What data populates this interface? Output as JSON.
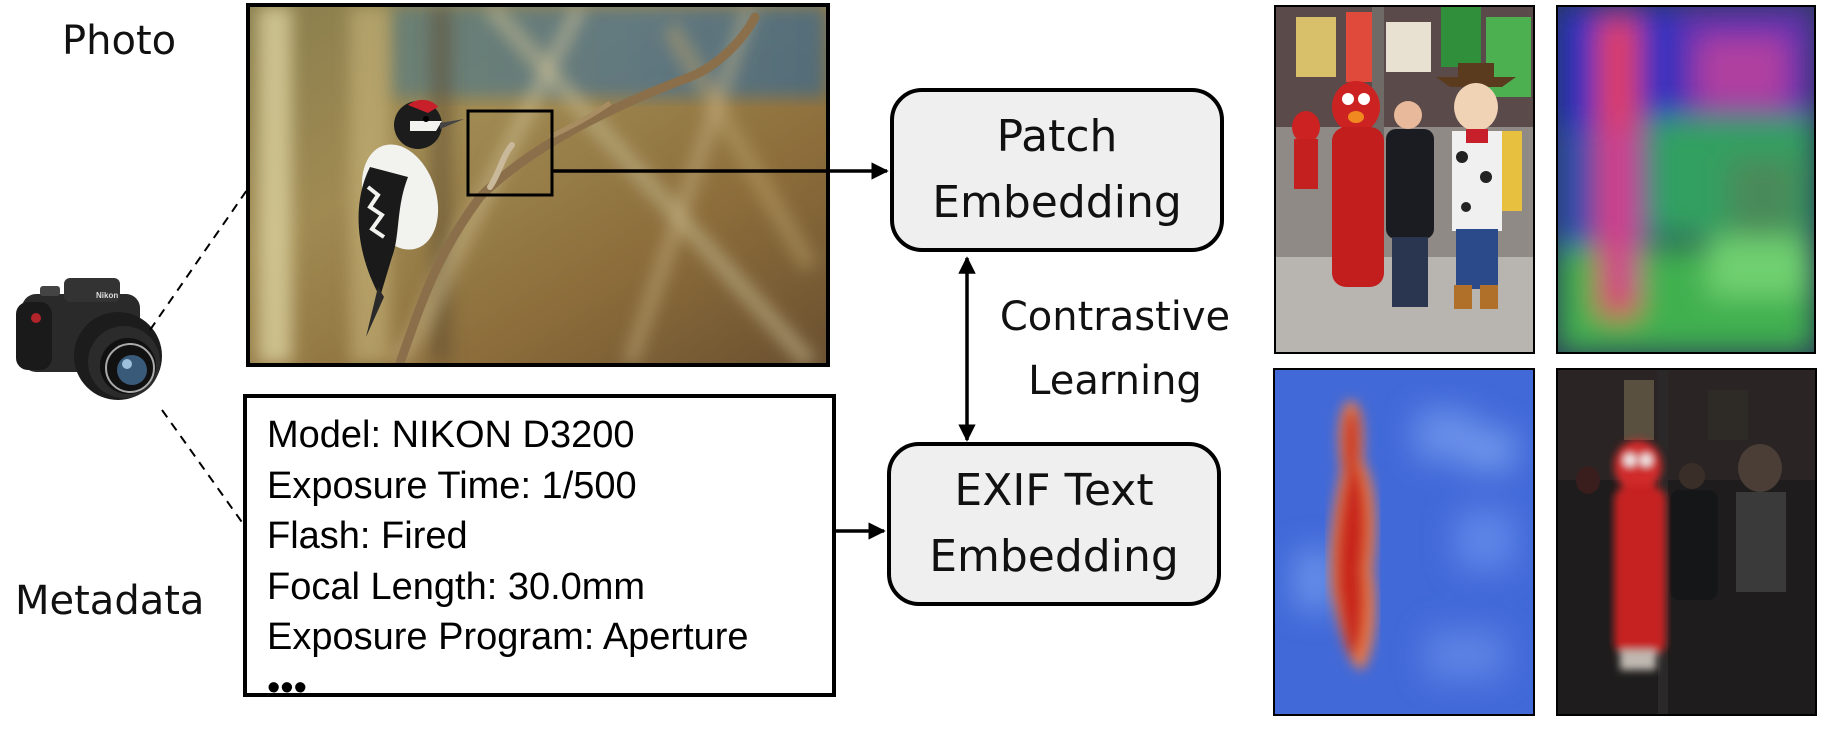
{
  "labels": {
    "photo": "Photo",
    "metadata": "Metadata"
  },
  "metadata_box": {
    "lines": [
      "Model: NIKON D3200",
      "Exposure Time: 1/500",
      "Flash: Fired",
      "Focal Length: 30.0mm",
      "Exposure Program: Aperture",
      "•••"
    ]
  },
  "patch_embedding": {
    "line1": "Patch",
    "line2": "Embedding"
  },
  "exif_embedding": {
    "line1": "EXIF Text",
    "line2": "Embedding"
  },
  "contrastive": {
    "line1": "Contrastive",
    "line2": "Learning"
  },
  "camera": {
    "brand": "Nikon"
  },
  "colors": {
    "box_fill": "#efefef",
    "stroke": "#000000",
    "heat_low": "#4169d8",
    "heat_high": "#c8281e"
  }
}
